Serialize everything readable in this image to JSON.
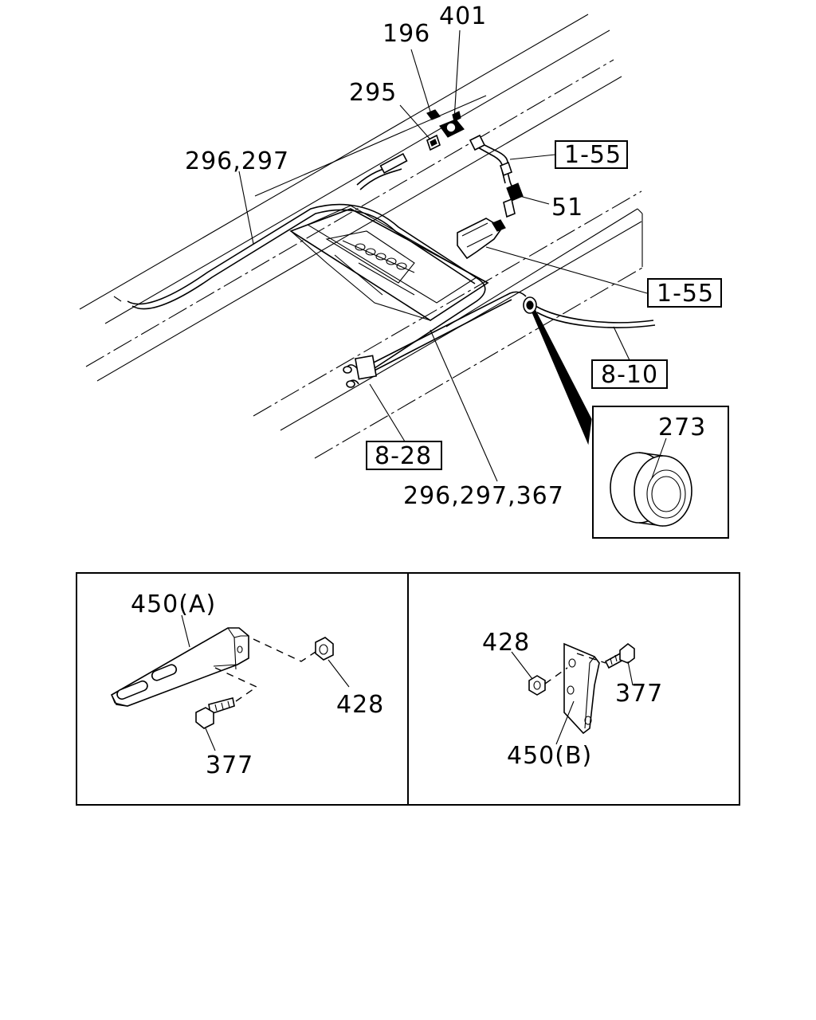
{
  "callouts": {
    "c401": "401",
    "c196": "196",
    "c295": "295",
    "c296_297": "296,297",
    "c1_55_top": "1-55",
    "c51": "51",
    "c1_55_mid": "1-55",
    "c8_10": "8-10",
    "c8_28": "8-28",
    "c296_297_367": "296,297,367",
    "c273": "273"
  },
  "panel_a": {
    "c450a": "450(A)",
    "c428": "428",
    "c377": "377"
  },
  "panel_b": {
    "c428": "428",
    "c377": "377",
    "c450b": "450(B)"
  }
}
